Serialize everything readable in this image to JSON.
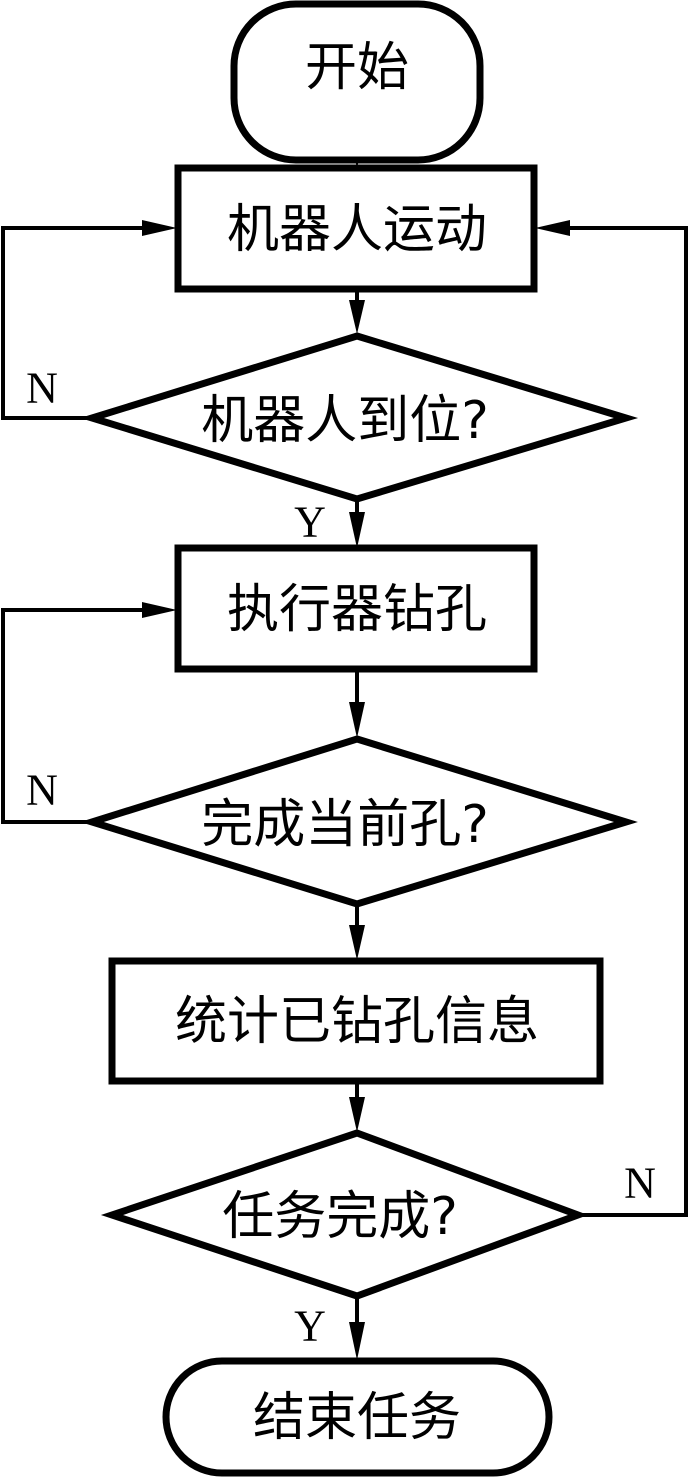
{
  "flowchart": {
    "nodes": [
      {
        "id": "start",
        "type": "terminal",
        "label": "开始"
      },
      {
        "id": "robot-move",
        "type": "process",
        "label": "机器人运动"
      },
      {
        "id": "robot-in-position",
        "type": "decision",
        "label": "机器人到位?"
      },
      {
        "id": "executor-drill",
        "type": "process",
        "label": "执行器钻孔"
      },
      {
        "id": "current-hole-done",
        "type": "decision",
        "label": "完成当前孔?"
      },
      {
        "id": "record-drilled-info",
        "type": "process",
        "label": "统计已钻孔信息"
      },
      {
        "id": "task-done",
        "type": "decision",
        "label": "任务完成?"
      },
      {
        "id": "end",
        "type": "terminal",
        "label": "结束任务"
      }
    ],
    "edges": [
      {
        "from": "start",
        "to": "robot-move",
        "label": ""
      },
      {
        "from": "robot-move",
        "to": "robot-in-position",
        "label": ""
      },
      {
        "from": "robot-in-position",
        "to": "robot-move",
        "label": "N"
      },
      {
        "from": "robot-in-position",
        "to": "executor-drill",
        "label": "Y"
      },
      {
        "from": "executor-drill",
        "to": "current-hole-done",
        "label": ""
      },
      {
        "from": "current-hole-done",
        "to": "executor-drill",
        "label": "N"
      },
      {
        "from": "current-hole-done",
        "to": "record-drilled-info",
        "label": ""
      },
      {
        "from": "record-drilled-info",
        "to": "task-done",
        "label": ""
      },
      {
        "from": "task-done",
        "to": "robot-move",
        "label": "N"
      },
      {
        "from": "task-done",
        "to": "end",
        "label": "Y"
      }
    ]
  }
}
